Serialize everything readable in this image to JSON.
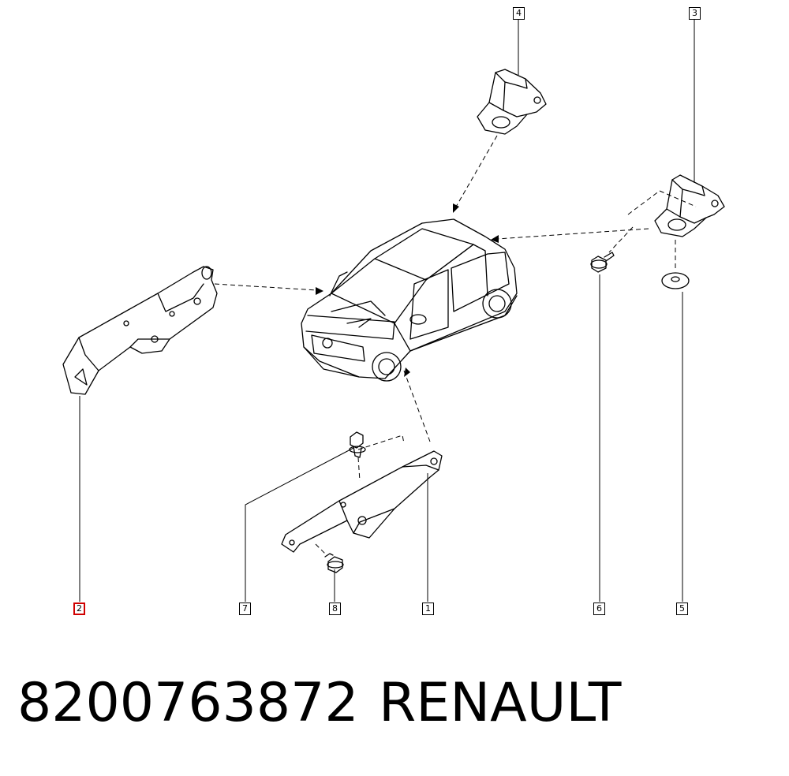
{
  "callouts": {
    "c1": "1",
    "c2": "2",
    "c3": "3",
    "c4": "4",
    "c5": "5",
    "c6": "6",
    "c7": "7",
    "c8": "8"
  },
  "caption": {
    "part_number": "8200763872",
    "brand": "RENAULT"
  },
  "colors": {
    "line": "#000000",
    "highlight": "#d00000"
  }
}
